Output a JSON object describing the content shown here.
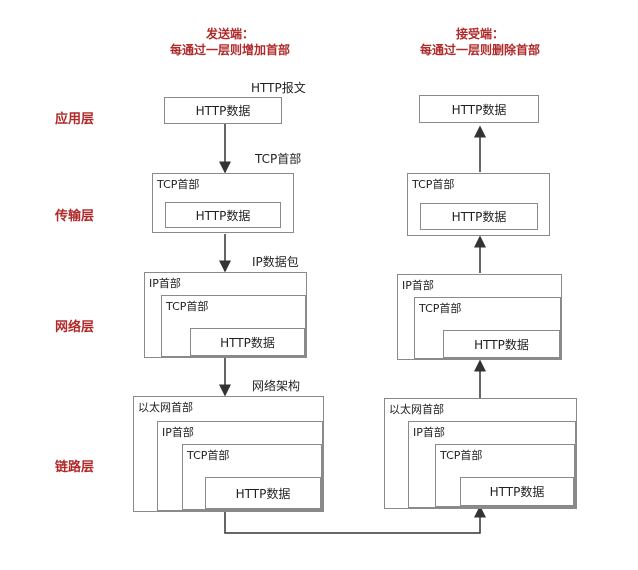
{
  "sender": {
    "title": "发送端：",
    "subtitle": "每通过一层则增加首部"
  },
  "receiver": {
    "title": "接受端：",
    "subtitle": "每通过一层则删除首部"
  },
  "layers": {
    "app": "应用层",
    "transport": "传输层",
    "network": "网络层",
    "link": "链路层"
  },
  "annotations": {
    "http_msg": "HTTP报文",
    "tcp_header": "TCP首部",
    "ip_packet": "IP数据包",
    "frame": "网络架构"
  },
  "labels": {
    "http_data": "HTTP数据",
    "tcp_header": "TCP首部",
    "ip_header": "IP首部",
    "ether_header": "以太网首部",
    "http_data_link_left": "HTTP数据",
    "http_data_link_right": "HTTP数据"
  }
}
